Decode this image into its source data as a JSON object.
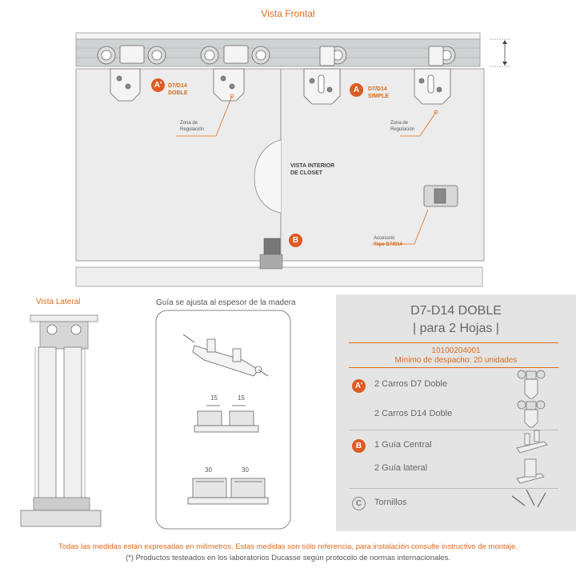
{
  "front_view": {
    "title": "Vista Frontal",
    "label_a_prime_line1": "D7/D14",
    "label_a_prime_line2": "DOBLE",
    "label_a_line1": "D7/D14",
    "label_a_line2": "SIMPLE",
    "zone_left_line1": "Zona de",
    "zone_left_line2": "Regulación",
    "zone_right_line1": "Zona de",
    "zone_right_line2": "Regulación",
    "interior_line1": "VISTA INTERIOR",
    "interior_line2": "DE CLOSET",
    "accessory_line1": "Accesorio",
    "accessory_line2": "Tope D7/D14"
  },
  "side_view": {
    "title": "Vista Lateral"
  },
  "guide_view": {
    "title": "Guía se ajusta al espesor de la madera",
    "dim_15_left": "15",
    "dim_15_right": "15",
    "dim_30_left": "30",
    "dim_30_right": "30"
  },
  "badges": {
    "a_prime": "A'",
    "a": "A",
    "b": "B",
    "c": "C"
  },
  "product": {
    "title_line1": "D7-D14 DOBLE",
    "title_line2": "| para 2 Hojas |",
    "code": "10100204001",
    "min_dispatch": "Mínimo de despacho: 20 unidades",
    "parts": [
      {
        "badge": "A'",
        "label": "2 Carros D7 Doble"
      },
      {
        "badge": "",
        "label": "2 Carros D14 Doble"
      },
      {
        "badge": "B",
        "label": "1 Guía Central"
      },
      {
        "badge": "",
        "label": "2 Guía lateral"
      },
      {
        "badge": "C",
        "label": "Tornillos"
      }
    ]
  },
  "footer": {
    "line1": "Todas las medidas están expresadas en milímetros. Estas medidas son sólo referencia, para instalación consulte instructivo de montaje.",
    "line2": "(*) Productos testeados en los laboratorios Ducasse según protocolo de normas internacionales."
  },
  "colors": {
    "accent": "#e06a1b",
    "badge": "#e05a25",
    "panel": "#e4e4e4",
    "door": "#ececec",
    "rail": "#d0d0d0"
  }
}
